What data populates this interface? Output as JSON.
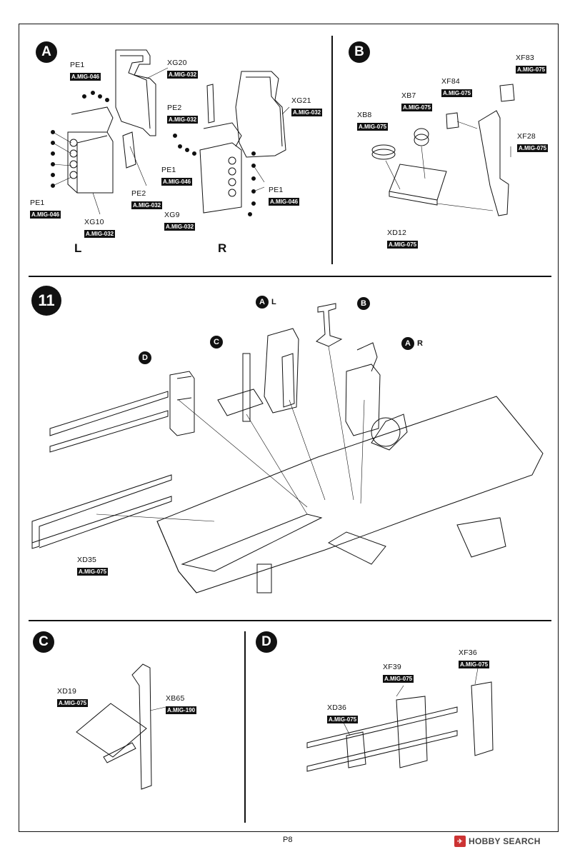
{
  "page": {
    "number": "P8",
    "watermark": "HOBBY SEARCH"
  },
  "panels": {
    "A": {
      "badge": "A",
      "left_label": "L",
      "right_label": "R"
    },
    "B": {
      "badge": "B"
    },
    "step11": {
      "number": "11",
      "callouts": [
        {
          "letter": "A",
          "side": "L"
        },
        {
          "letter": "B",
          "side": ""
        },
        {
          "letter": "C",
          "side": ""
        },
        {
          "letter": "D",
          "side": ""
        },
        {
          "letter": "A",
          "side": "R"
        }
      ]
    },
    "C": {
      "badge": "C"
    },
    "D": {
      "badge": "D"
    }
  },
  "parts": {
    "a_pe1_top": {
      "code": "PE1",
      "paint": "A.MIG-046"
    },
    "a_xg20": {
      "code": "XG20",
      "paint": "A.MIG-032"
    },
    "a_pe2_r": {
      "code": "PE2",
      "paint": "A.MIG-032"
    },
    "a_xg21": {
      "code": "XG21",
      "paint": "A.MIG-032"
    },
    "a_pe1_r_left": {
      "code": "PE1",
      "paint": "A.MIG-046"
    },
    "a_pe1_r_right": {
      "code": "PE1",
      "paint": "A.MIG-046"
    },
    "a_pe1_left": {
      "code": "PE1",
      "paint": "A.MIG-046"
    },
    "a_pe2_l": {
      "code": "PE2",
      "paint": "A.MIG-032"
    },
    "a_xg10": {
      "code": "XG10",
      "paint": "A.MIG-032"
    },
    "a_xg9": {
      "code": "XG9",
      "paint": "A.MIG-032"
    },
    "b_xf83": {
      "code": "XF83",
      "paint": "A.MIG-075"
    },
    "b_xf84": {
      "code": "XF84",
      "paint": "A.MIG-075"
    },
    "b_xb7": {
      "code": "XB7",
      "paint": "A.MIG-075"
    },
    "b_xb8": {
      "code": "XB8",
      "paint": "A.MIG-075"
    },
    "b_xf28": {
      "code": "XF28",
      "paint": "A.MIG-075"
    },
    "b_xd12": {
      "code": "XD12",
      "paint": "A.MIG-075"
    },
    "s11_xd35": {
      "code": "XD35",
      "paint": "A.MIG-075"
    },
    "c_xd19": {
      "code": "XD19",
      "paint": "A.MIG-075"
    },
    "c_xb65": {
      "code": "XB65",
      "paint": "A.MIG-190"
    },
    "d_xf39": {
      "code": "XF39",
      "paint": "A.MIG-075"
    },
    "d_xf36": {
      "code": "XF36",
      "paint": "A.MIG-075"
    },
    "d_xd36": {
      "code": "XD36",
      "paint": "A.MIG-075"
    }
  }
}
